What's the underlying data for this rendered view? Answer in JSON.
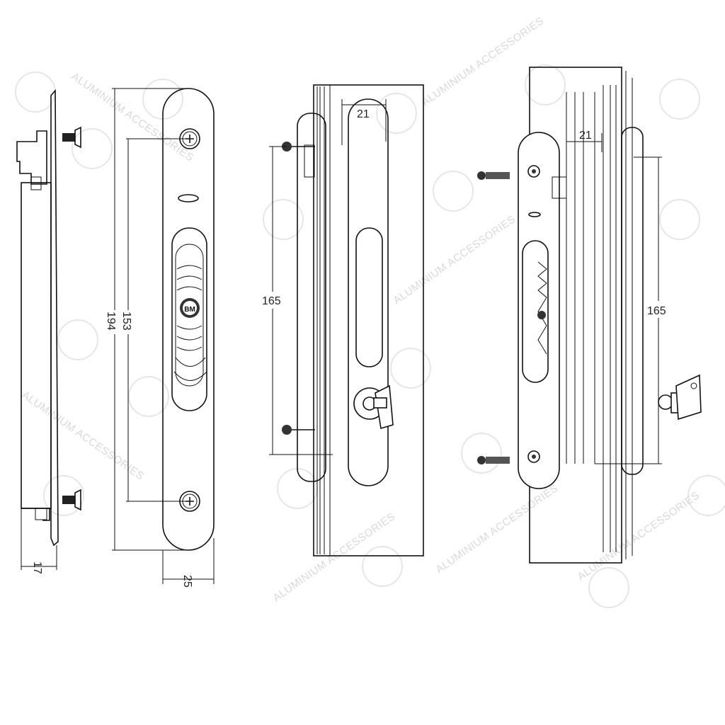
{
  "watermark": {
    "text": "ALUMINIUM ACCESSORIES",
    "logo_text": "BM",
    "color": "#d9d9d9"
  },
  "dimensions": {
    "side_depth": "17",
    "plate_width": "25",
    "plate_length": "194",
    "screw_spacing": "153",
    "middle_handle_width": "21",
    "middle_screw_spacing": "165",
    "right_handle_width": "21",
    "right_screw_spacing": "165"
  },
  "logo_badge": "BM"
}
